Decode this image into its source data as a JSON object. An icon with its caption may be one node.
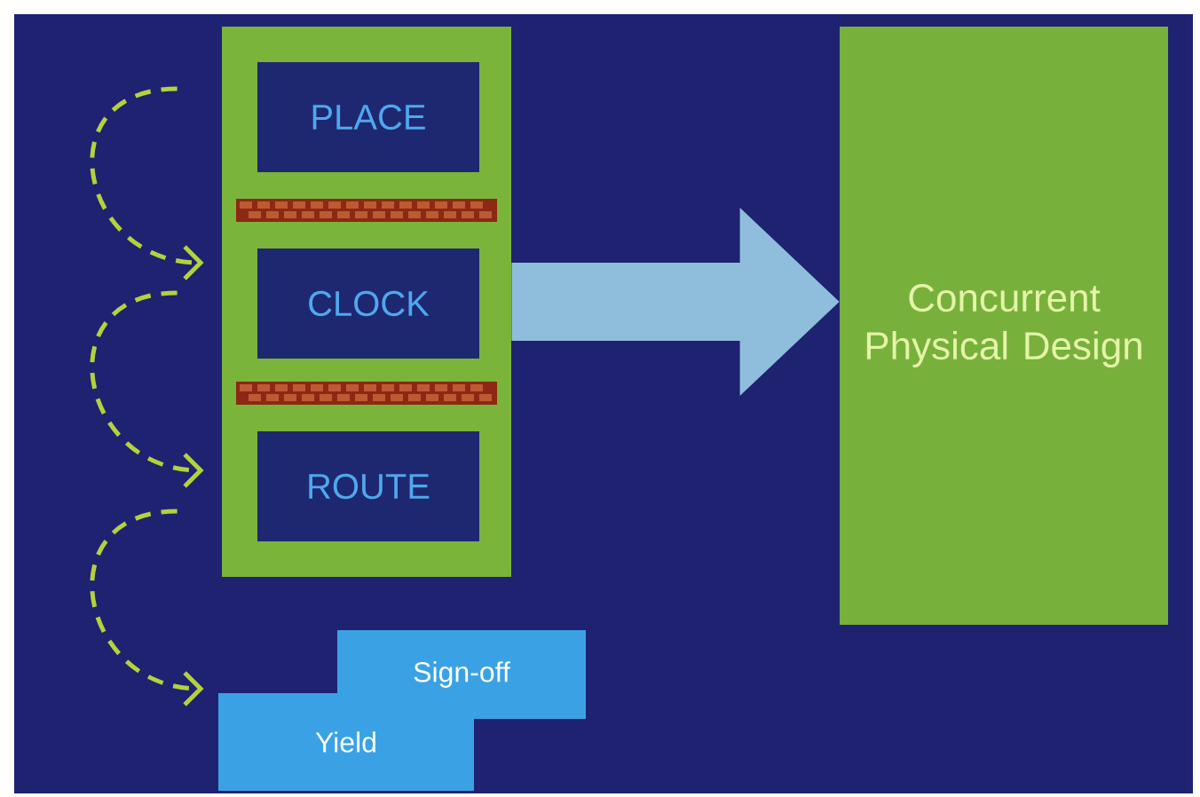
{
  "diagram": {
    "nodes": [
      {
        "text": [],
        "shape": "box"
      },
      {
        "text": [
          "PLACE"
        ],
        "in": 0
      },
      {
        "text": [
          "CLOCK"
        ],
        "in": 0
      },
      {
        "text": [
          "ROUTE"
        ],
        "in": 0
      },
      {
        "text": [
          "Sign-off"
        ]
      },
      {
        "text": [
          "Yield"
        ]
      },
      {
        "text": [
          "Concurrent Physical Design"
        ]
      }
    ],
    "edges": [
      {
        "from": 1,
        "to": 2,
        "arrow": "to",
        "style": "dashed"
      },
      {
        "from": 2,
        "to": 3,
        "arrow": "to",
        "style": "dashed"
      },
      {
        "from": 3,
        "to": 5,
        "arrow": "to",
        "style": "dashed"
      },
      {
        "from": 0,
        "to": 6,
        "arrow": "to",
        "style": "thick",
        "color": "#8fbedc"
      }
    ]
  }
}
